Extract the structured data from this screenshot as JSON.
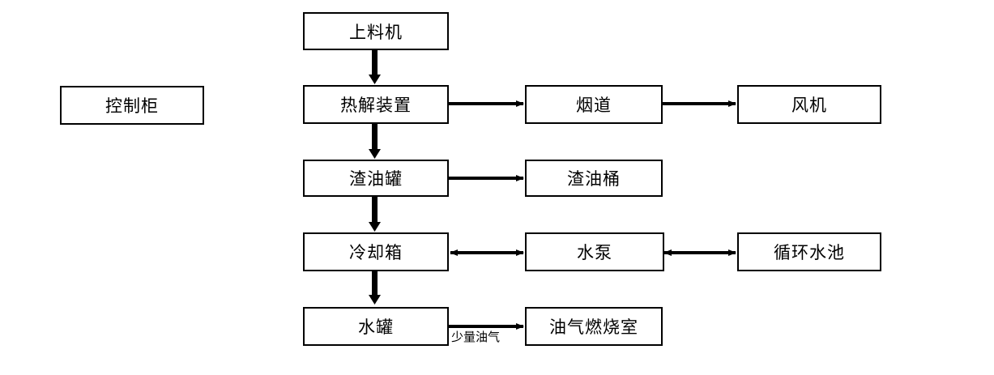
{
  "nodes": {
    "control_cabinet": "控制柜",
    "feeder": "上料机",
    "pyrolysis": "热解装置",
    "flue": "烟道",
    "fan": "风机",
    "slag_oil_tank": "渣油罐",
    "slag_oil_bucket": "渣油桶",
    "cooling_box": "冷却箱",
    "water_pump": "水泵",
    "circulating_pool": "循环水池",
    "water_tank": "水罐",
    "oil_gas_chamber": "油气燃烧室"
  },
  "edge_labels": {
    "small_oil_gas": "少量油气"
  }
}
